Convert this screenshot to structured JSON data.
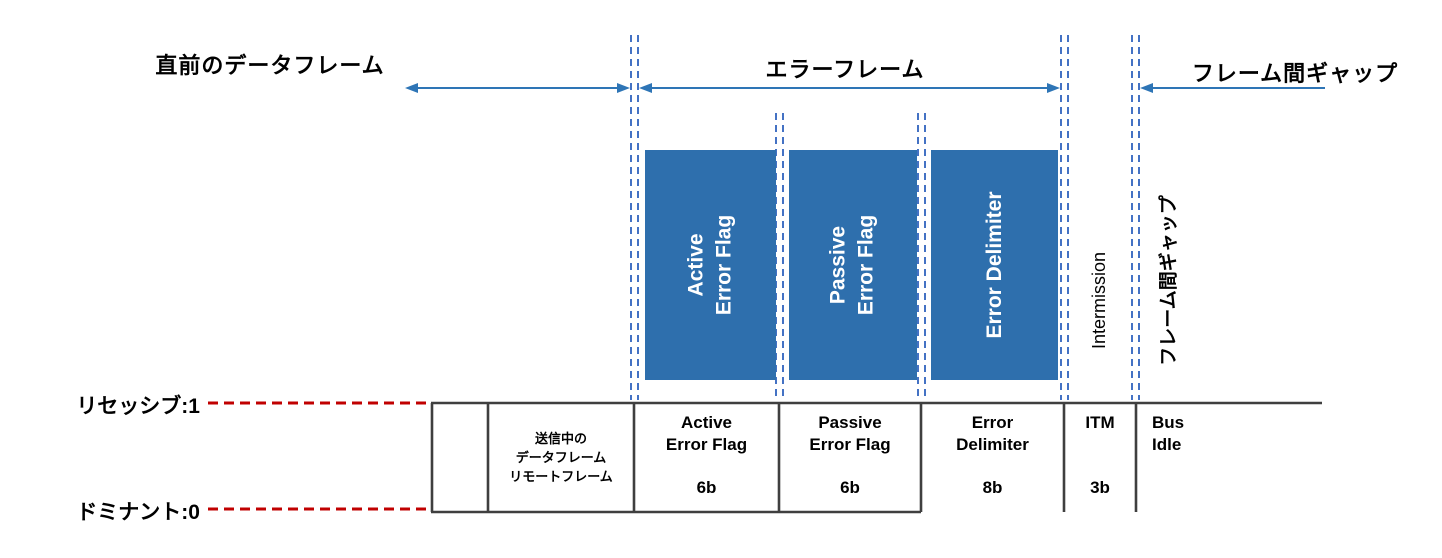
{
  "colors": {
    "box_blue": "#2E6FAD",
    "dashed_line_blue": "#4472C4",
    "arrow_blue": "#2E75B6",
    "level_line_red": "#C00000",
    "signal_line": "#3F3F3F"
  },
  "titles": {
    "previous_data_frame": "直前のデータフレーム",
    "error_frame": "エラーフレーム",
    "interframe_gap": "フレーム間ギャップ"
  },
  "levels": {
    "recessive": "リセッシブ:1",
    "dominant": "ドミナント:0"
  },
  "blue_boxes": [
    {
      "lines": [
        "Active",
        "Error Flag"
      ]
    },
    {
      "lines": [
        "Passive",
        "Error Flag"
      ]
    },
    {
      "lines": [
        "Error Delimiter"
      ]
    }
  ],
  "vertical_labels": {
    "intermission": "Intermission",
    "interframe_gap": "フレーム間ギャップ"
  },
  "sections": [
    {
      "lines": [
        "送信中の",
        "データフレーム",
        "リモートフレーム"
      ]
    },
    {
      "lines": [
        "Active",
        "Error Flag"
      ],
      "size": "6b"
    },
    {
      "lines": [
        "Passive",
        "Error Flag"
      ],
      "size": "6b"
    },
    {
      "lines": [
        "Error",
        "Delimiter"
      ],
      "size": "8b"
    },
    {
      "lines": [
        "ITM"
      ],
      "size": "3b"
    },
    {
      "lines": [
        "Bus",
        "Idle"
      ]
    }
  ]
}
